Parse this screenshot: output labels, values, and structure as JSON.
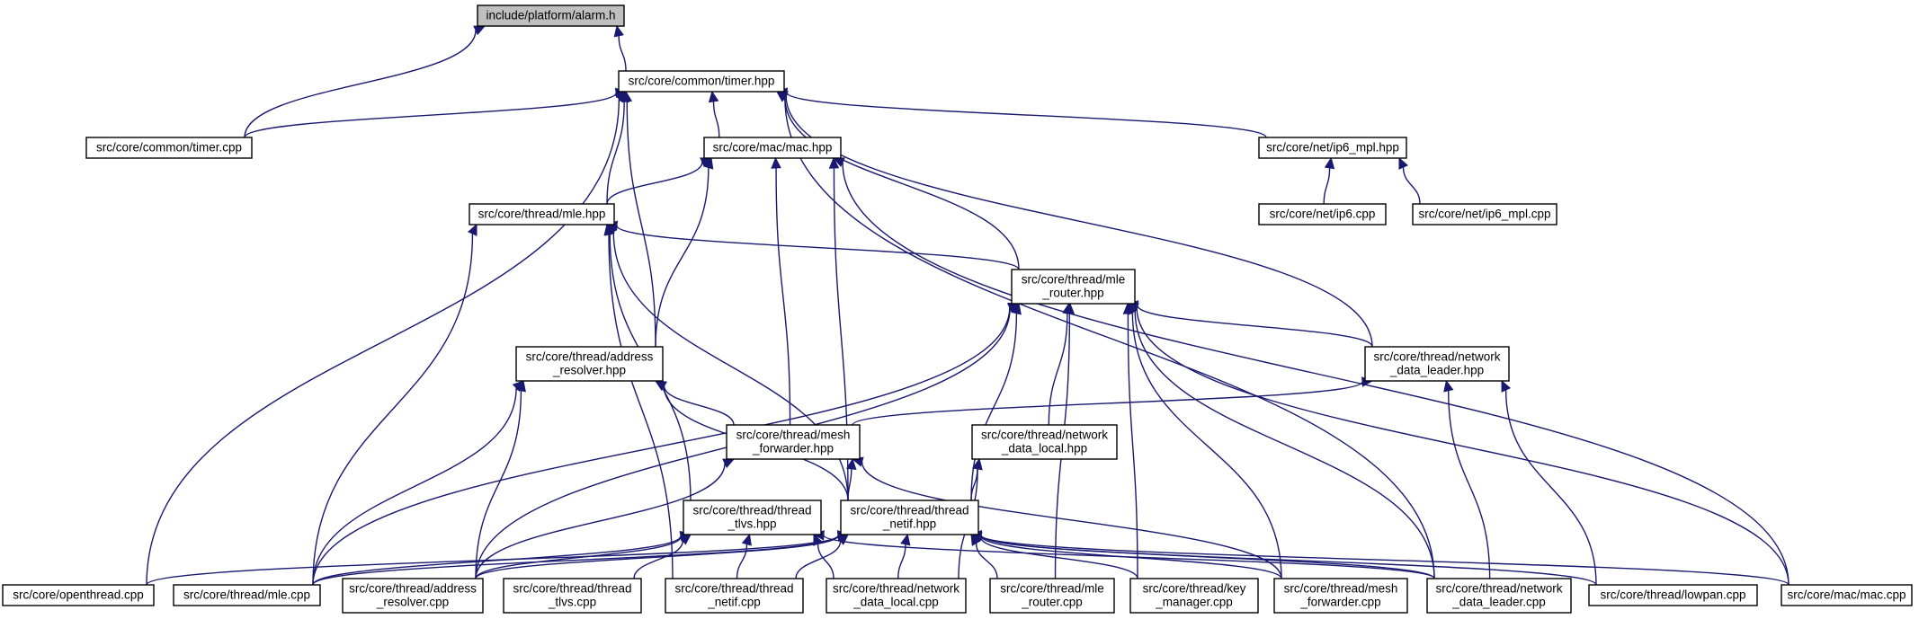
{
  "diagram": {
    "nodes": [
      {
        "id": "alarm",
        "lines": [
          "include/platform/alarm.h"
        ],
        "root": true
      },
      {
        "id": "timer_hpp",
        "lines": [
          "src/core/common/timer.hpp"
        ]
      },
      {
        "id": "timer_cpp",
        "lines": [
          "src/core/common/timer.cpp"
        ]
      },
      {
        "id": "mac_hpp",
        "lines": [
          "src/core/mac/mac.hpp"
        ]
      },
      {
        "id": "ip6mpl_hpp",
        "lines": [
          "src/core/net/ip6_mpl.hpp"
        ]
      },
      {
        "id": "ip6_cpp",
        "lines": [
          "src/core/net/ip6.cpp"
        ]
      },
      {
        "id": "ip6mpl_cpp",
        "lines": [
          "src/core/net/ip6_mpl.cpp"
        ]
      },
      {
        "id": "mle_hpp",
        "lines": [
          "src/core/thread/mle.hpp"
        ]
      },
      {
        "id": "mlerouter_hpp",
        "lines": [
          "src/core/thread/mle",
          "_router.hpp"
        ]
      },
      {
        "id": "addrres_hpp",
        "lines": [
          "src/core/thread/address",
          "_resolver.hpp"
        ]
      },
      {
        "id": "ndleader_hpp",
        "lines": [
          "src/core/thread/network",
          "_data_leader.hpp"
        ]
      },
      {
        "id": "meshfwd_hpp",
        "lines": [
          "src/core/thread/mesh",
          "_forwarder.hpp"
        ]
      },
      {
        "id": "ndlocal_hpp",
        "lines": [
          "src/core/thread/network",
          "_data_local.hpp"
        ]
      },
      {
        "id": "tlvs_hpp",
        "lines": [
          "src/core/thread/thread",
          "_tlvs.hpp"
        ]
      },
      {
        "id": "netif_hpp",
        "lines": [
          "src/core/thread/thread",
          "_netif.hpp"
        ]
      },
      {
        "id": "openthread_cpp",
        "lines": [
          "src/core/openthread.cpp"
        ]
      },
      {
        "id": "mle_cpp",
        "lines": [
          "src/core/thread/mle.cpp"
        ]
      },
      {
        "id": "addrres_cpp",
        "lines": [
          "src/core/thread/address",
          "_resolver.cpp"
        ]
      },
      {
        "id": "tlvs_cpp",
        "lines": [
          "src/core/thread/thread",
          "_tlvs.cpp"
        ]
      },
      {
        "id": "netif_cpp",
        "lines": [
          "src/core/thread/thread",
          "_netif.cpp"
        ]
      },
      {
        "id": "ndlocal_cpp",
        "lines": [
          "src/core/thread/network",
          "_data_local.cpp"
        ]
      },
      {
        "id": "mlerouter_cpp",
        "lines": [
          "src/core/thread/mle",
          "_router.cpp"
        ]
      },
      {
        "id": "keymgr_cpp",
        "lines": [
          "src/core/thread/key",
          "_manager.cpp"
        ]
      },
      {
        "id": "meshfwd_cpp",
        "lines": [
          "src/core/thread/mesh",
          "_forwarder.cpp"
        ]
      },
      {
        "id": "ndleader_cpp",
        "lines": [
          "src/core/thread/network",
          "_data_leader.cpp"
        ]
      },
      {
        "id": "lowpan_cpp",
        "lines": [
          "src/core/thread/lowpan.cpp"
        ]
      },
      {
        "id": "mac_cpp",
        "lines": [
          "src/core/mac/mac.cpp"
        ]
      }
    ],
    "edges": [
      [
        "timer_hpp",
        "alarm"
      ],
      [
        "timer_cpp",
        "alarm"
      ],
      [
        "timer_cpp",
        "timer_hpp"
      ],
      [
        "mac_hpp",
        "timer_hpp"
      ],
      [
        "ip6mpl_hpp",
        "timer_hpp"
      ],
      [
        "mle_hpp",
        "timer_hpp"
      ],
      [
        "mlerouter_hpp",
        "timer_hpp"
      ],
      [
        "addrres_hpp",
        "timer_hpp"
      ],
      [
        "ndleader_hpp",
        "timer_hpp"
      ],
      [
        "openthread_cpp",
        "timer_hpp"
      ],
      [
        "ndleader_cpp",
        "timer_hpp"
      ],
      [
        "ip6_cpp",
        "ip6mpl_hpp"
      ],
      [
        "ip6mpl_cpp",
        "ip6mpl_hpp"
      ],
      [
        "mle_hpp",
        "mac_hpp"
      ],
      [
        "addrres_hpp",
        "mac_hpp"
      ],
      [
        "meshfwd_hpp",
        "mac_hpp"
      ],
      [
        "netif_hpp",
        "mac_hpp"
      ],
      [
        "mac_cpp",
        "mac_hpp"
      ],
      [
        "mlerouter_hpp",
        "mle_hpp"
      ],
      [
        "tlvs_hpp",
        "mle_hpp"
      ],
      [
        "netif_hpp",
        "mle_hpp"
      ],
      [
        "mle_cpp",
        "mle_hpp"
      ],
      [
        "netif_cpp",
        "mle_hpp"
      ],
      [
        "ndleader_hpp",
        "mlerouter_hpp"
      ],
      [
        "ndlocal_hpp",
        "mlerouter_hpp"
      ],
      [
        "netif_hpp",
        "mlerouter_hpp"
      ],
      [
        "mle_cpp",
        "mlerouter_hpp"
      ],
      [
        "addrres_cpp",
        "mlerouter_hpp"
      ],
      [
        "mlerouter_cpp",
        "mlerouter_hpp"
      ],
      [
        "keymgr_cpp",
        "mlerouter_hpp"
      ],
      [
        "meshfwd_cpp",
        "mlerouter_hpp"
      ],
      [
        "ndleader_cpp",
        "mlerouter_hpp"
      ],
      [
        "mac_cpp",
        "mlerouter_hpp"
      ],
      [
        "meshfwd_hpp",
        "addrres_hpp"
      ],
      [
        "netif_hpp",
        "addrres_hpp"
      ],
      [
        "mle_cpp",
        "addrres_hpp"
      ],
      [
        "addrres_cpp",
        "addrres_hpp"
      ],
      [
        "meshfwd_hpp",
        "ndleader_hpp"
      ],
      [
        "ndleader_cpp",
        "ndleader_hpp"
      ],
      [
        "lowpan_cpp",
        "ndleader_hpp"
      ],
      [
        "netif_hpp",
        "meshfwd_hpp"
      ],
      [
        "addrres_cpp",
        "meshfwd_hpp"
      ],
      [
        "meshfwd_cpp",
        "meshfwd_hpp"
      ],
      [
        "netif_hpp",
        "ndlocal_hpp"
      ],
      [
        "ndlocal_cpp",
        "ndlocal_hpp"
      ],
      [
        "mle_cpp",
        "tlvs_hpp"
      ],
      [
        "addrres_cpp",
        "tlvs_hpp"
      ],
      [
        "tlvs_cpp",
        "tlvs_hpp"
      ],
      [
        "netif_cpp",
        "tlvs_hpp"
      ],
      [
        "ndlocal_cpp",
        "tlvs_hpp"
      ],
      [
        "ndleader_cpp",
        "tlvs_hpp"
      ],
      [
        "openthread_cpp",
        "netif_hpp"
      ],
      [
        "mle_cpp",
        "netif_hpp"
      ],
      [
        "addrres_cpp",
        "netif_hpp"
      ],
      [
        "netif_cpp",
        "netif_hpp"
      ],
      [
        "ndlocal_cpp",
        "netif_hpp"
      ],
      [
        "mlerouter_cpp",
        "netif_hpp"
      ],
      [
        "keymgr_cpp",
        "netif_hpp"
      ],
      [
        "meshfwd_cpp",
        "netif_hpp"
      ],
      [
        "ndleader_cpp",
        "netif_hpp"
      ],
      [
        "lowpan_cpp",
        "netif_hpp"
      ],
      [
        "mac_cpp",
        "netif_hpp"
      ]
    ],
    "colors": {
      "edge": "#191970",
      "node_border": "#000000",
      "root_fill": "#bfbfbf",
      "node_fill": "#ffffff"
    }
  }
}
